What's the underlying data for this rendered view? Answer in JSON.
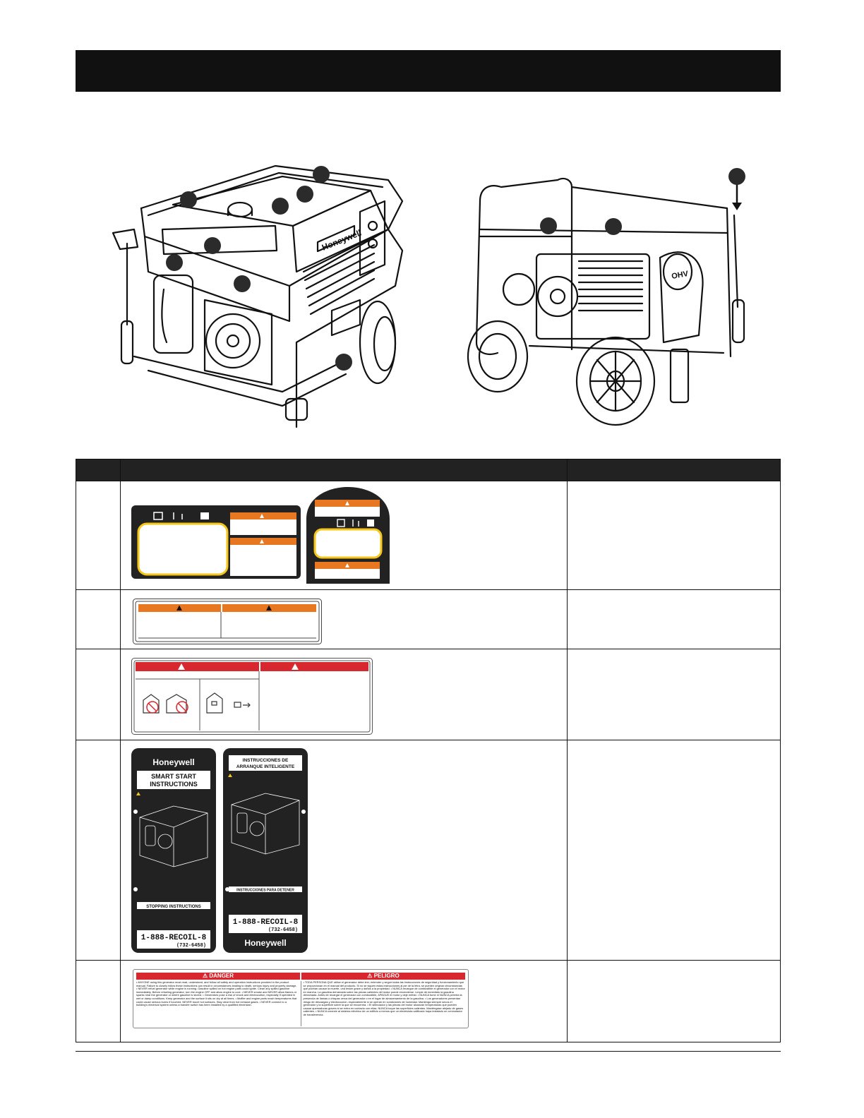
{
  "header": {
    "title": ""
  },
  "table": {
    "columns": [
      "",
      "",
      ""
    ],
    "rows": [
      {
        "number": "",
        "description": ""
      },
      {
        "number": "",
        "description": ""
      },
      {
        "number": "",
        "description": ""
      },
      {
        "number": "",
        "description": ""
      },
      {
        "number": "",
        "description": ""
      }
    ]
  },
  "decal_4": {
    "en_brand": "Honeywell",
    "en_title_1": "SMART START",
    "en_title_2": "INSTRUCTIONS",
    "en_stop": "STOPPING INSTRUCTIONS",
    "en_phone": "1-888-RECOIL-8",
    "en_phone_sub": "(732-6458)",
    "es_title_1": "INSTRUCCIONES DE",
    "es_title_2": "ARRANQUE INTELIGENTE",
    "es_stop": "INSTRUCCIONES PARA DETENER",
    "es_phone": "1-888-RECOIL-8",
    "es_phone_sub": "(732-6458)",
    "es_brand": "Honeywell"
  },
  "decal_5": {
    "danger_label": "DANGER",
    "peligro_label": "PELIGRO",
    "danger_text": "• ANYONE using this generator must read, understand, and follow all safety and operation instructions provided in the product manual. Failure to closely follow these instructions can result in circumstances leading to death, serious injury and property damage. • NEVER refuel generator while engine is running. Gasoline spilled on hot engine parts could ignite. Clean any spilled gasoline immediately. Before refueling generator, turn the engine OFF and allow engine to cool. • NEVER smoke and NEVER allow flames or sparks near the generator or where gasoline is stored. • Generators pose a risk of shock and electrocution, especially if operated in wet or damp conditions. Keep generator and the surface it sits on dry at all times. • Muffler and engine parts reach temperatures that could cause serious burns if touched. NEVER touch hot surfaces. Stay clear from hot exhaust gases. • NEVER connect to a building's electrical system unless a transfer switch has been installed by a qualified electrician.",
    "peligro_text": "• TODA PERSONA QUE utilice el generador debe leer, entender y seguir todas las instrucciones de seguridad y funcionamiento que se proporcionan en el manual del producto. Si no se siguen estas instrucciones al pie de la letra, se pueden originar circunstancias que podrían causar la muerte, una lesión grave y daños a la propiedad. • NUNCA recargue de combustible el generador con el motor en marcha. La gasolina derramada sobre las piezas calientes del motor puede encenderse. Limpie de inmediato la gasolina derramada. Antes de recargar el generador con combustible, APAGUE el motor y deje enfriar. • NUNCA fume ni NUNCA permita la presencia de llamas o chispas cerca del generador o en el lugar de almacenamiento de la gasolina. • Los generadores presentan riesgo de descargas y electrocución, especialmente si se operan en condiciones de humedad. Mantenga siempre secos el generador y la superficie sobre la que se encuentra. • El silenciador y las piezas del motor alcanzan temperaturas que pueden causar quemaduras graves si se entra en contacto con ellas. NUNCA toque las superficies calientes. Manténgase alejado de gases calientes. • NUNCA conecte al sistema eléctrico de un edificio a menos que un electricista calificado haya instalado un conmutador de transferencia."
  },
  "colors": {
    "header_bg": "#111111",
    "warning_orange": "#e87722",
    "danger_red": "#d7282f",
    "callout": "#2b2b2b",
    "decal_yellow": "#f5c518"
  },
  "icons": [
    "warning-triangle-icon",
    "house-generator-prohibited-icon",
    "house-generator-outdoor-icon",
    "arrow-right-icon"
  ]
}
